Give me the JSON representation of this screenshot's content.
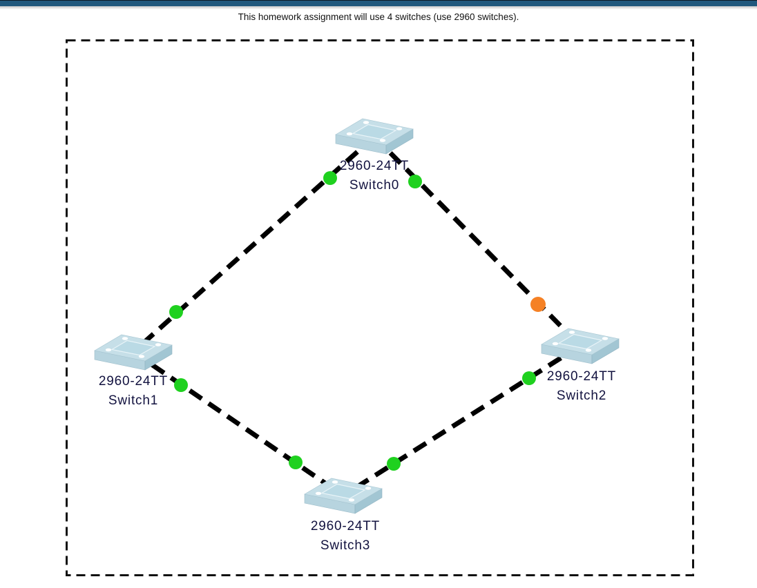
{
  "header": {
    "title": "This homework assignment will use 4 switches (use 2960 switches)."
  },
  "theme": {
    "top_bar_color": "#20587d",
    "link_color": "#000000",
    "workspace_border_color": "#111111",
    "label_color": "#12123f",
    "status_up_color": "#1fd11f",
    "status_blocked_color": "#f58125"
  },
  "diagram": {
    "devices": [
      {
        "id": "switch0",
        "model": "2960-24TT",
        "name": "Switch0"
      },
      {
        "id": "switch1",
        "model": "2960-24TT",
        "name": "Switch1"
      },
      {
        "id": "switch2",
        "model": "2960-24TT",
        "name": "Switch2"
      },
      {
        "id": "switch3",
        "model": "2960-24TT",
        "name": "Switch3"
      }
    ],
    "links": [
      {
        "from": "Switch0",
        "to": "Switch1",
        "from_status": "up",
        "to_status": "up"
      },
      {
        "from": "Switch0",
        "to": "Switch2",
        "from_status": "up",
        "to_status": "blocked"
      },
      {
        "from": "Switch1",
        "to": "Switch3",
        "from_status": "up",
        "to_status": "up"
      },
      {
        "from": "Switch2",
        "to": "Switch3",
        "from_status": "up",
        "to_status": "up"
      }
    ],
    "status_legend": {
      "up": "green",
      "blocked": "orange"
    }
  }
}
